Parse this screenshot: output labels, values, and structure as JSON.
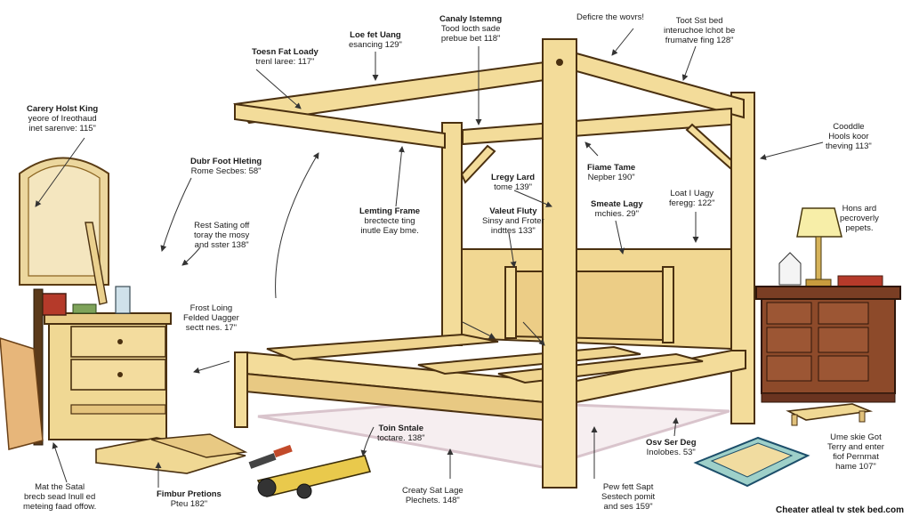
{
  "labels": [
    {
      "id": "l01",
      "lines": [
        "Carery Holst King",
        "yeore of Ireothaud",
        "inet sarenve: 115\""
      ]
    },
    {
      "id": "l02",
      "lines": [
        "Toesn Fat Loady",
        "trenl laree: 117\""
      ]
    },
    {
      "id": "l03",
      "lines": [
        "Loe fet Uang",
        "esancing 129\""
      ]
    },
    {
      "id": "l04",
      "lines": [
        "Canaly Istemng",
        "Tood locth sade",
        "prebue bet 118\""
      ]
    },
    {
      "id": "l05",
      "lines": [
        "Deficre the wovrs!"
      ]
    },
    {
      "id": "l06",
      "lines": [
        "Toot Sst bed",
        "interuchoe lchot be",
        "frumatve fing 128\""
      ]
    },
    {
      "id": "l07",
      "lines": [
        "Cooddle",
        "Hools koor",
        "theving 113\""
      ]
    },
    {
      "id": "l08",
      "lines": [
        "Dubr Foot Hleting",
        "Rome Secbes: 58\""
      ]
    },
    {
      "id": "l09",
      "lines": [
        "Rest Sating off",
        "toray the mosy",
        "and sster 138\""
      ]
    },
    {
      "id": "l10",
      "lines": [
        "Lemting Frame",
        "brectecte ting",
        "inutle Eay bme."
      ]
    },
    {
      "id": "l11",
      "lines": [
        "Lregy Lard",
        "tome 139\""
      ]
    },
    {
      "id": "l12",
      "lines": [
        "Valeut Fluty",
        "Sinsy and Froter",
        "indttes 133\""
      ]
    },
    {
      "id": "l13",
      "lines": [
        "Fiame Tame",
        "Nepber 190\""
      ]
    },
    {
      "id": "l14",
      "lines": [
        "Smeate Lagy",
        "mchies. 29\""
      ]
    },
    {
      "id": "l15",
      "lines": [
        "Loat I Uagy",
        "feregg: 122\""
      ]
    },
    {
      "id": "l16",
      "lines": [
        "Hons ard",
        "pecroverly",
        "pepets."
      ]
    },
    {
      "id": "l17",
      "lines": [
        "Frost Loing",
        "Felded Uagger",
        "sectt nes. 17\""
      ]
    },
    {
      "id": "l18",
      "lines": [
        "Toin Sntale",
        "toctare. 138\""
      ]
    },
    {
      "id": "l19",
      "lines": [
        "Osv Ser Deg",
        "Inolobes. 53\""
      ]
    },
    {
      "id": "l20",
      "lines": [
        "Ume skie Got",
        "Terry and enter",
        "fiof Pernrnat",
        "hame 107\""
      ]
    },
    {
      "id": "l21",
      "lines": [
        "Mat the Satal",
        "brecb sead Inull ed",
        "meteing faad offow."
      ]
    },
    {
      "id": "l22",
      "lines": [
        "Fimbur Pretions",
        "Pteu 182\""
      ]
    },
    {
      "id": "l23",
      "lines": [
        "Creaty Sat Lage",
        "Plechets. 148\""
      ]
    },
    {
      "id": "l24",
      "lines": [
        "Pew fett Sapt",
        "Sestech pomit",
        "and ses 159\""
      ]
    }
  ],
  "credit": "Cheater atleal tv stek bed.com"
}
